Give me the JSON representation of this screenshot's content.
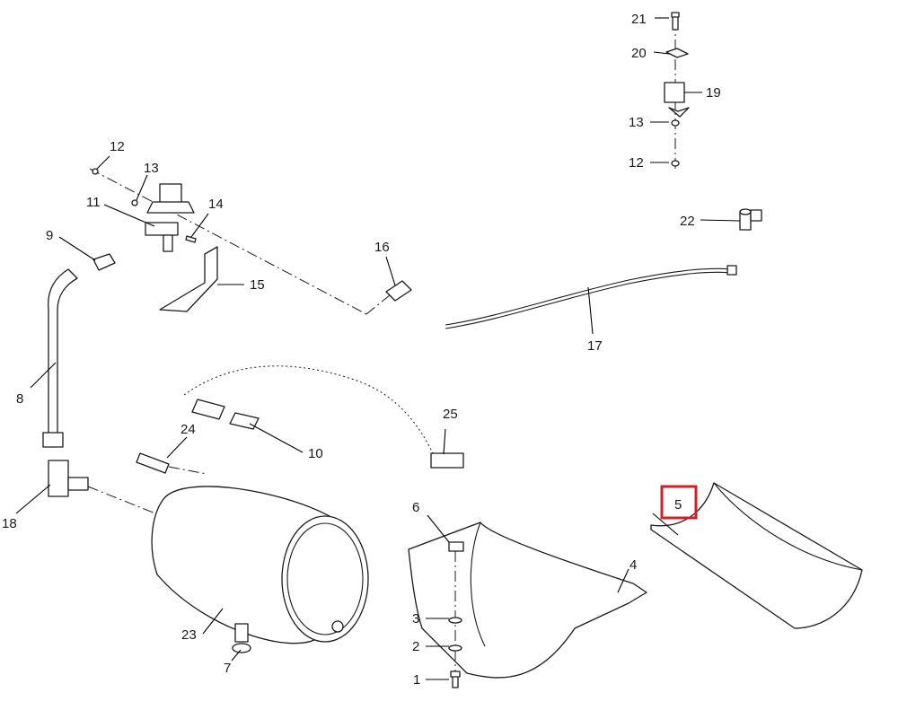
{
  "diagram": {
    "highlight_color": "#d32027",
    "highlighted_part": "5",
    "callouts": {
      "c21": "21",
      "c20": "20",
      "c19": "19",
      "c13b": "13",
      "c12b": "12",
      "c22": "22",
      "c12": "12",
      "c13": "13",
      "c11": "11",
      "c14": "14",
      "c9": "9",
      "c15": "15",
      "c16": "16",
      "c17": "17",
      "c8": "8",
      "c25": "25",
      "c24": "24",
      "c10": "10",
      "c18": "18",
      "c6": "6",
      "c5": "5",
      "c4": "4",
      "c3": "3",
      "c2": "2",
      "c23": "23",
      "c7": "7",
      "c1": "1"
    }
  }
}
